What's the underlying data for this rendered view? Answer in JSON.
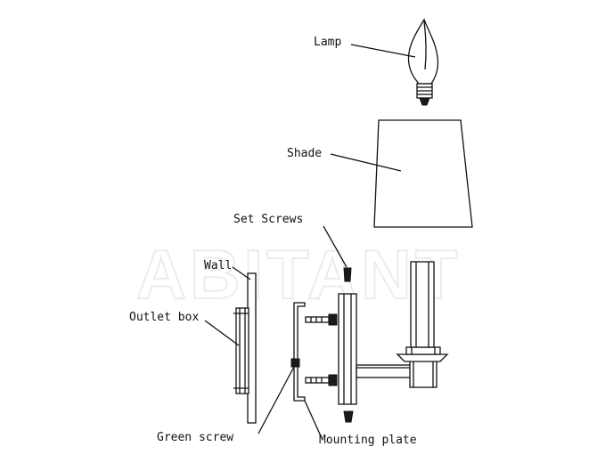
{
  "labels": {
    "lamp": "Lamp",
    "shade": "Shade",
    "set_screws": "Set Screws",
    "wall": "Wall",
    "outlet_box": "Outlet box",
    "green_screw": "Green screw",
    "mounting_plate": "Mounting plate"
  },
  "watermark": "ABITANT",
  "colors": {
    "line": "#111111",
    "watermark": "#ececec",
    "background": "#ffffff"
  }
}
